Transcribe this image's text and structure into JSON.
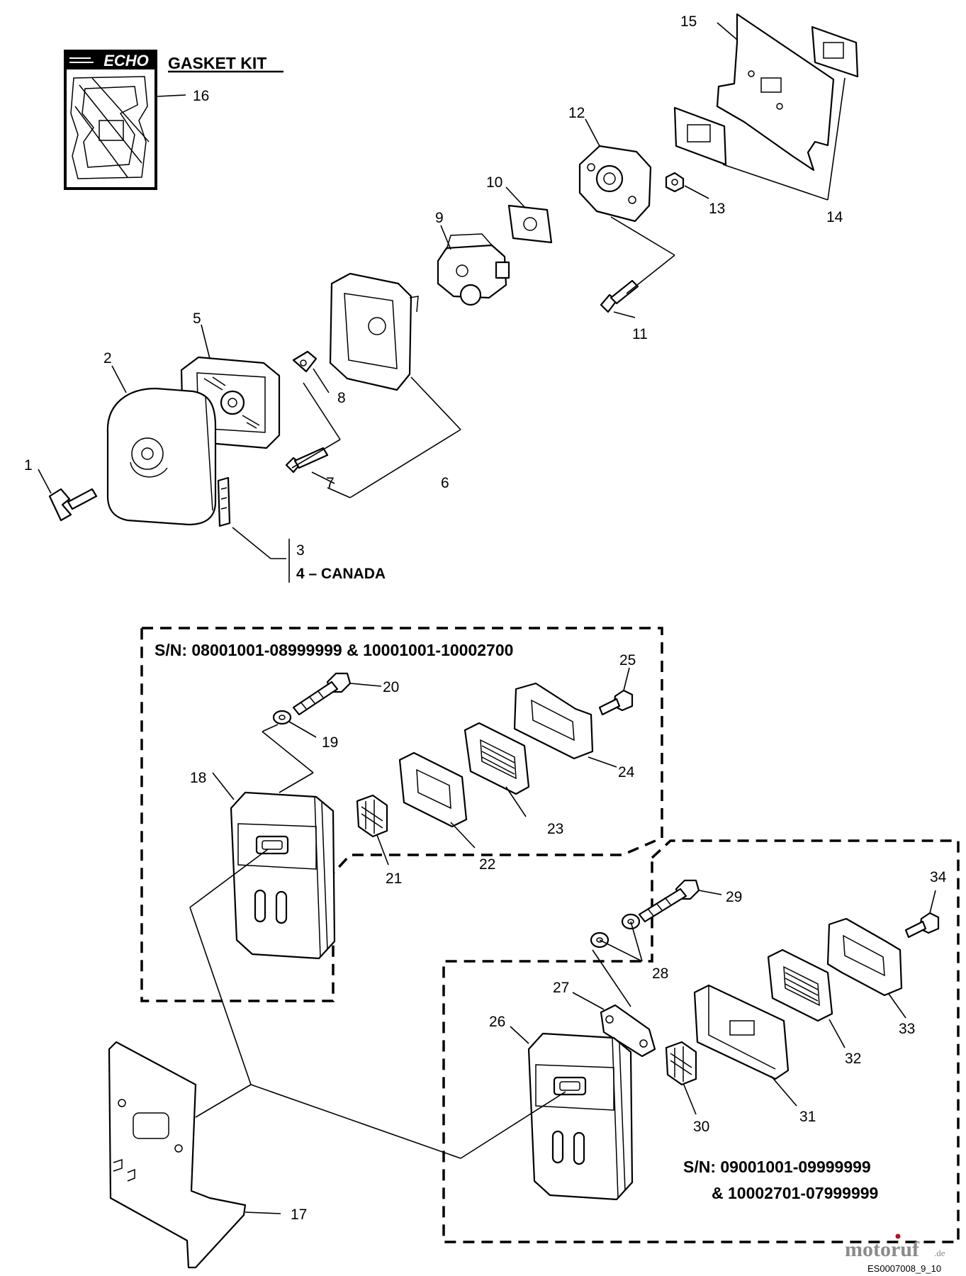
{
  "brand": {
    "logo_text": "ECHO",
    "kit_title": "GASKET KIT"
  },
  "labels": {
    "p1": "1",
    "p2": "2",
    "p3": "3",
    "p4": "4 – CANADA",
    "p5": "5",
    "p6": "6",
    "p7": "7",
    "p8": "8",
    "p9": "9",
    "p10": "10",
    "p11": "11",
    "p12": "12",
    "p13": "13",
    "p14": "14",
    "p15": "15",
    "p16": "16",
    "p17": "17",
    "p18": "18",
    "p19": "19",
    "p20": "20",
    "p21": "21",
    "p22": "22",
    "p23": "23",
    "p24": "24",
    "p25": "25",
    "p26": "26",
    "p27": "27",
    "p28": "28",
    "p29": "29",
    "p30": "30",
    "p31": "31",
    "p32": "32",
    "p33": "33",
    "p34": "34"
  },
  "serial_ranges": {
    "group_a": "S/N: 08001001-08999999 & 10001001-10002700",
    "group_b_line1": "S/N: 09001001-09999999",
    "group_b_line2": "& 10002701-07999999"
  },
  "footer": {
    "watermark_main": "motoruf",
    "watermark_suffix": ".de",
    "diagram_code": "ES0007008_9_10"
  },
  "colors": {
    "ink": "#000000",
    "background": "#ffffff",
    "watermark_red": "#b5121b",
    "watermark_gray": "#8a8a8a"
  }
}
